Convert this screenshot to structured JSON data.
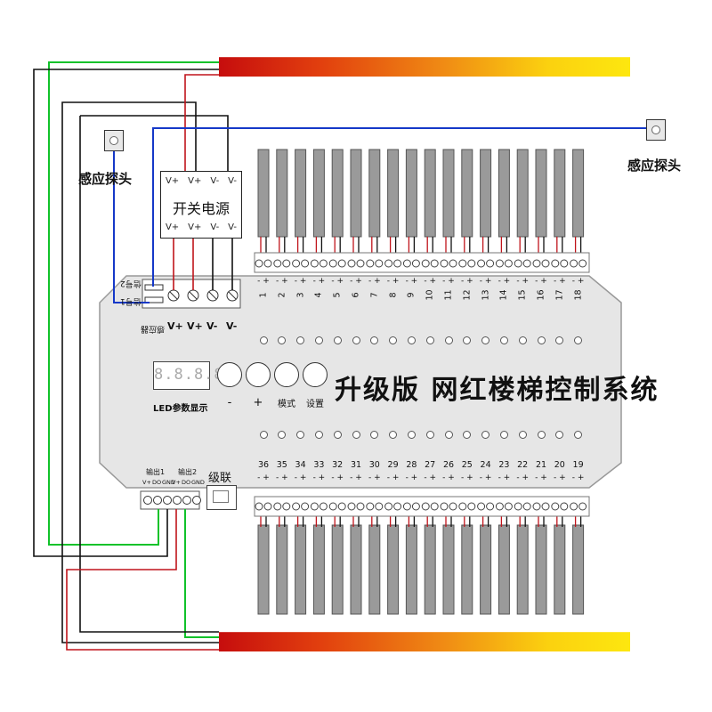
{
  "sensor_left": {
    "label": "感应探头"
  },
  "sensor_right": {
    "label": "感应探头"
  },
  "psu": {
    "title": "开关电源",
    "terminals_top": [
      "V+",
      "V+",
      "V-",
      "V-"
    ],
    "terminals_bottom": [
      "V+",
      "V+",
      "V-",
      "V-"
    ]
  },
  "controller": {
    "title": "升级版 网红楼梯控制系统",
    "display_text": "8.8.8.8",
    "display_label": "LED参数显示",
    "buttons": [
      {
        "label": "-",
        "name": "minus-button"
      },
      {
        "label": "+",
        "name": "plus-button"
      },
      {
        "label": "模式",
        "name": "mode-button"
      },
      {
        "label": "设置",
        "name": "settings-button"
      }
    ],
    "input_terminal_labels": [
      "V+",
      "V+",
      "V-",
      "V-"
    ],
    "sensor_port_labels": [
      "信号2",
      "信号1"
    ],
    "sensor_port_caption": "感应器",
    "output1_label": "输出1",
    "output2_label": "输出2",
    "output_pins": [
      "V+",
      "DO",
      "GND",
      "V+",
      "DO",
      "GND"
    ],
    "cascade_label": "级联",
    "top_channels": [
      "1",
      "2",
      "3",
      "4",
      "5",
      "6",
      "7",
      "8",
      "9",
      "10",
      "11",
      "12",
      "13",
      "14",
      "15",
      "16",
      "17",
      "18"
    ],
    "bottom_channels": [
      "36",
      "35",
      "34",
      "33",
      "32",
      "31",
      "30",
      "29",
      "28",
      "27",
      "26",
      "25",
      "24",
      "23",
      "22",
      "21",
      "20",
      "19"
    ],
    "polarity": [
      "-",
      "+"
    ]
  },
  "colors": {
    "wire_green": "#11c22a",
    "wire_red": "#c0141b",
    "wire_black": "#111111",
    "wire_blue": "#1538c8",
    "board_fill": "#e6e6e6",
    "strip_start": "#c60d0d",
    "strip_end": "#fde70f"
  }
}
